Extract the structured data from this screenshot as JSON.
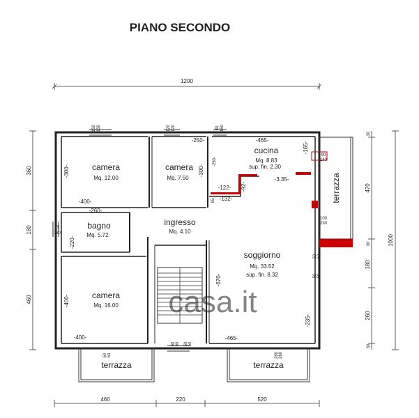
{
  "title": "PIANO SECONDO",
  "rooms": {
    "camera_top_left": {
      "name": "camera",
      "area": "Mq. 12.00"
    },
    "camera_top_mid": {
      "name": "camera",
      "area": "Mq. 7.50"
    },
    "cucina": {
      "name": "cucina",
      "area": "Mq. 8.83",
      "finish": "sup. fin. 2.30"
    },
    "bagno": {
      "name": "bagno",
      "area": "Mq. 5.72"
    },
    "ingresso": {
      "name": "ingresso",
      "area": "Mq. 4.10"
    },
    "soggiorno": {
      "name": "soggiorno",
      "area": "Mq. 33.52",
      "finish": "sup. fin. 8.32"
    },
    "camera_bottom": {
      "name": "camera",
      "area": "Mq. 16.00"
    },
    "terrazza_right": "terrazza",
    "terrazza_bottom_left": "terrazza",
    "terrazza_bottom_right": "terrazza"
  },
  "dimensions": {
    "top_total": "1200",
    "bottom": [
      "460",
      "220",
      "520"
    ],
    "left": [
      "360",
      "180",
      "460"
    ],
    "right": [
      "470",
      "180",
      "260"
    ],
    "right_total": "1000",
    "right_small": [
      "30",
      "30",
      "30"
    ],
    "inner": {
      "d300a": "-300-",
      "d400a": "-400-",
      "d260": "-260-",
      "d220": "-220-",
      "d400b": "-400-",
      "d400c": "-400-",
      "d250": "-250-",
      "d300b": "-300-",
      "d465a": "-465-",
      "d165": "-165-",
      "d122": "-122-",
      "d92": "-92-",
      "d132": "-132-",
      "d335": "-3.35-",
      "d670": "-670-",
      "d465b": "-465-",
      "d235": "-235-",
      "d250b": "-250-",
      "d55": "55"
    },
    "openings": {
      "w150a": "150",
      "w150b": "150",
      "w120a": "120",
      "w120b": "120",
      "w80a": "80",
      "w150c": "150",
      "w90": "90",
      "w140": "140",
      "w100": "100",
      "w230": "230",
      "w75": "75",
      "w130": "130",
      "w50a": "50",
      "w50b": "50",
      "w50c": "50",
      "w50d": "50",
      "w90a": "90",
      "w90b": "90",
      "w50e": "50",
      "w50f": "50",
      "w260a": "260",
      "w260b": "260",
      "w50g": "50",
      "w50h": "50"
    }
  },
  "watermark": "casa.it"
}
